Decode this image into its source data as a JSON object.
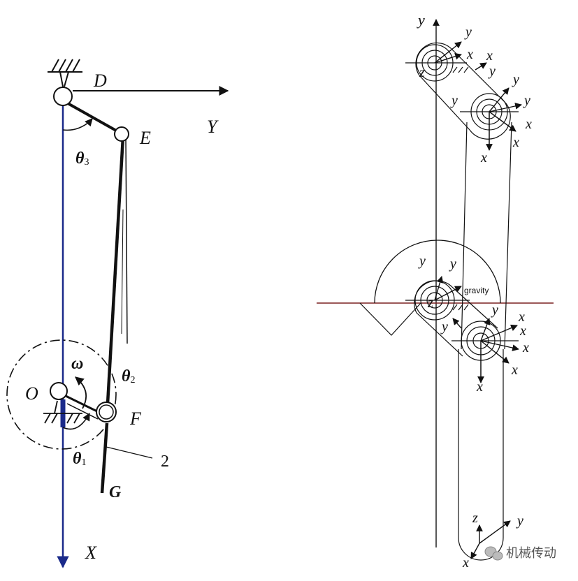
{
  "left": {
    "labels": {
      "D": "D",
      "E": "E",
      "F": "F",
      "O": "O",
      "G": "G",
      "Y": "Y",
      "X": "X",
      "theta": "θ",
      "theta1_sub": "1",
      "theta2_sub": "2",
      "theta3_sub": "3",
      "omega": "ω",
      "part_number": "2"
    },
    "colors": {
      "x_axis": "#1a2a8a",
      "stroke": "#111111"
    }
  },
  "right": {
    "axis_labels": {
      "x": "x",
      "y": "y",
      "z": "z"
    },
    "gravity": "gravity",
    "colors": {
      "ground_line": "#7a2020",
      "stroke": "#111111"
    }
  },
  "watermark": {
    "text": "机械传动",
    "icon": "wechat-icon"
  }
}
